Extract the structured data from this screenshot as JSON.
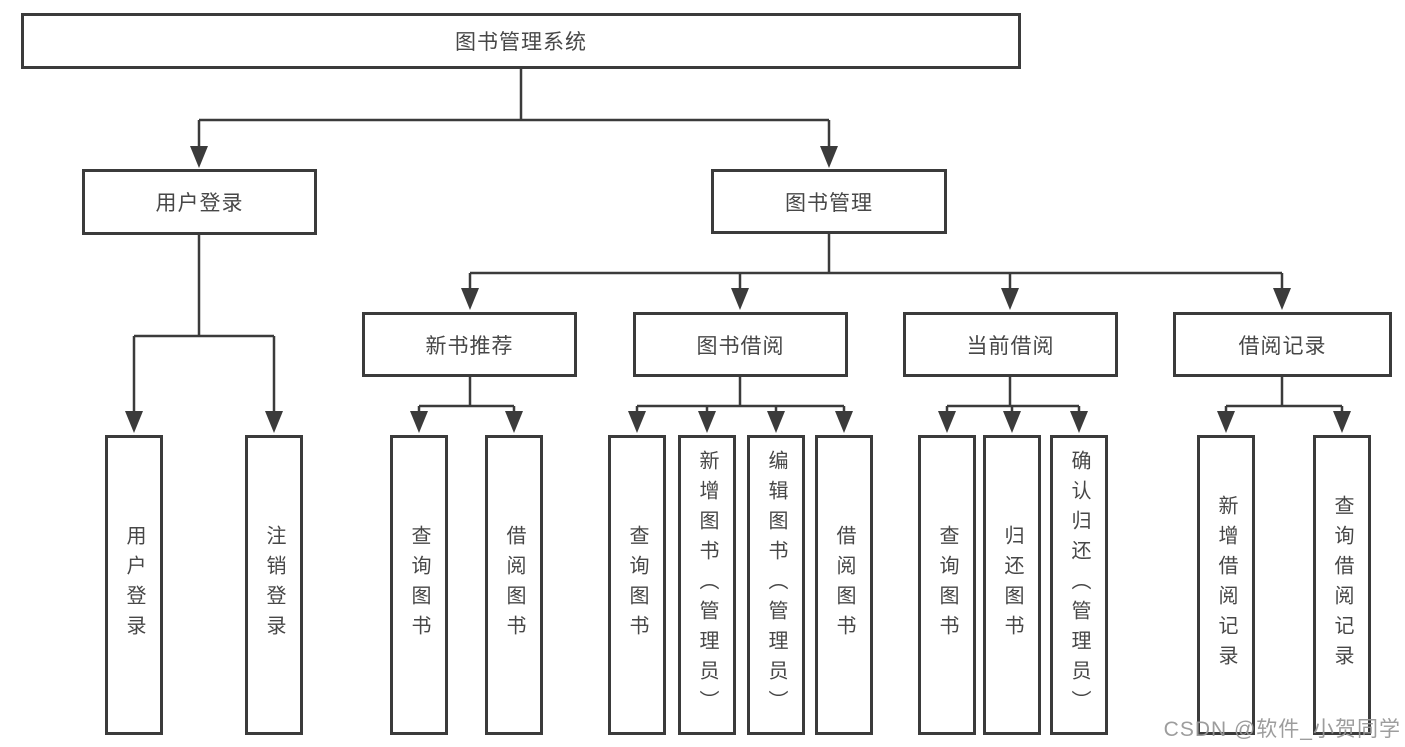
{
  "tree": {
    "root": {
      "label": "图书管理系统",
      "children": [
        {
          "label": "用户登录",
          "children": [
            {
              "label": "用户登录"
            },
            {
              "label": "注销登录"
            }
          ]
        },
        {
          "label": "图书管理",
          "children": [
            {
              "label": "新书推荐",
              "children": [
                {
                  "label": "查询图书"
                },
                {
                  "label": "借阅图书"
                }
              ]
            },
            {
              "label": "图书借阅",
              "children": [
                {
                  "label": "查询图书"
                },
                {
                  "label": "新增图书（管理员）"
                },
                {
                  "label": "编辑图书（管理员）"
                },
                {
                  "label": "借阅图书"
                }
              ]
            },
            {
              "label": "当前借阅",
              "children": [
                {
                  "label": "查询图书"
                },
                {
                  "label": "归还图书"
                },
                {
                  "label": "确认归还（管理员）"
                }
              ]
            },
            {
              "label": "借阅记录",
              "children": [
                {
                  "label": "新增借阅记录"
                },
                {
                  "label": "查询借阅记录"
                }
              ]
            }
          ]
        }
      ]
    }
  },
  "watermark": {
    "text": "CSDN @软件_小贺同学"
  },
  "colors": {
    "line": "#3b3b3b",
    "text": "#474747",
    "watermark": "#989898",
    "background": "#ffffff"
  }
}
